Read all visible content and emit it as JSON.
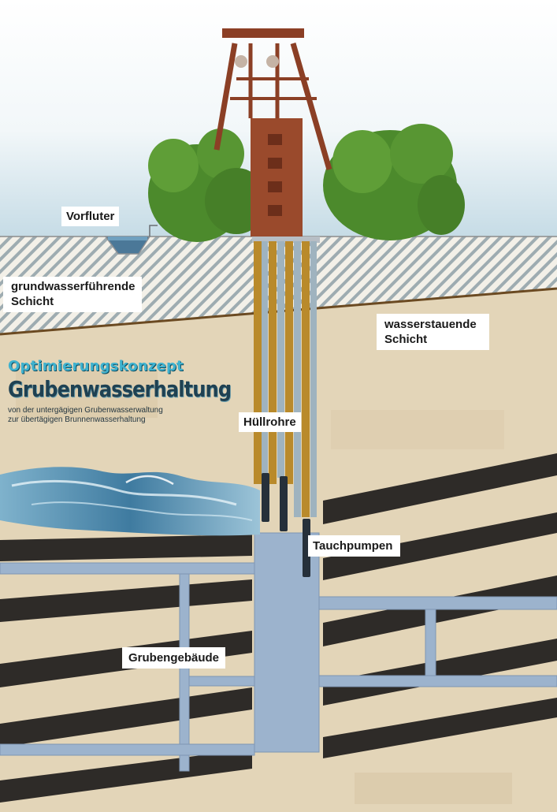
{
  "labels": {
    "vorfluter": "Vorfluter",
    "grundwasser_line1": "grundwasserführende",
    "grundwasser_line2": "Schicht",
    "wasserstauende_line1": "wasserstauende",
    "wasserstauende_line2": "Schicht",
    "huellrohre": "Hüllrohre",
    "tauchpumpen": "Tauchpumpen",
    "grubengebaeude": "Grubengebäude"
  },
  "title": {
    "line1": "Optimierungskonzept",
    "line2": "Grubenwasserhaltung",
    "subtitle_line1": "von der untergägigen Grubenwasserwaltung",
    "subtitle_line2": "zur übertägigen Brunnenwasserhaltung"
  },
  "colors": {
    "sky": "#d3e4ec",
    "aquifer_hatch": "#9aa9ad",
    "sandstone": "#e3d5b8",
    "coal_seam": "#2e2b28",
    "mine_workings": "#9cb3cd",
    "casing_tube": "#b88a2a",
    "water": "#4d86a8",
    "headframe": "#8b3f25",
    "trees": "#4f8a2e"
  },
  "icons": {
    "headframe": "mine-headframe-illustration",
    "trees": "tree-cluster-illustration",
    "water": "water-splash-illustration"
  }
}
